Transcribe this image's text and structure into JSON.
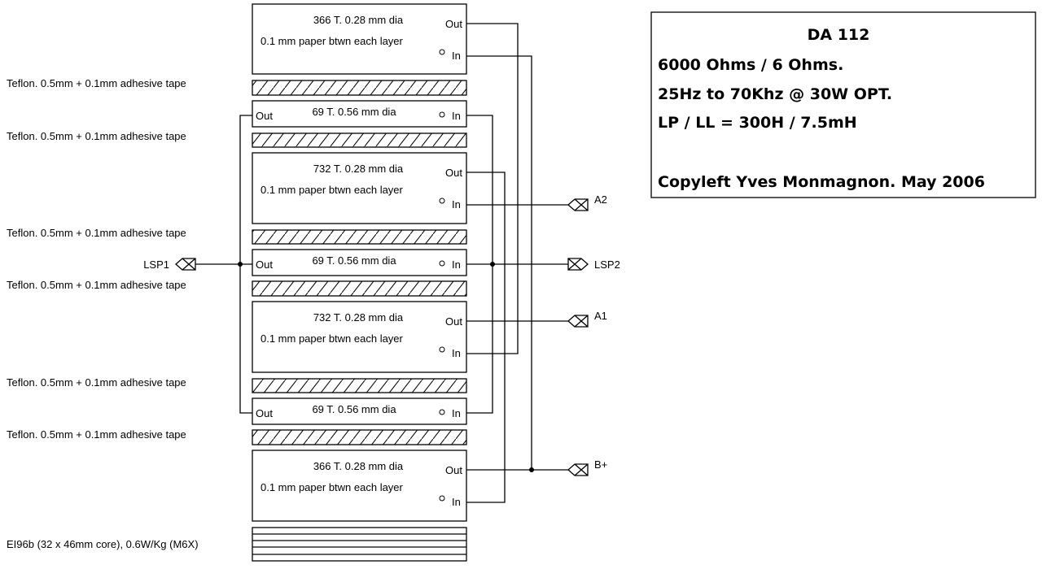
{
  "title_block": {
    "title": "DA 112",
    "lines": [
      "6000 Ohms / 6 Ohms.",
      "25Hz to 70Khz @ 30W OPT.",
      "LP / LL = 300H / 7.5mH",
      "",
      "Copyleft Yves Monmagnon. May 2006"
    ]
  },
  "windings": [
    {
      "id": "P1",
      "line1": "366 T. 0.28 mm dia",
      "line2": "0.1 mm paper btwn each layer",
      "out": "Out",
      "in": "In",
      "kind": "primary"
    },
    {
      "id": "S1",
      "line1": "69 T. 0.56 mm dia",
      "out": "Out",
      "in": "In",
      "kind": "secondary"
    },
    {
      "id": "P2",
      "line1": "732 T. 0.28 mm dia",
      "line2": "0.1 mm paper btwn each layer",
      "out": "Out",
      "in": "In",
      "kind": "primary"
    },
    {
      "id": "S2",
      "line1": "69 T. 0.56 mm dia",
      "out": "Out",
      "in": "In",
      "kind": "secondary"
    },
    {
      "id": "P3",
      "line1": "732 T. 0.28 mm dia",
      "line2": "0.1 mm paper btwn each layer",
      "out": "Out",
      "in": "In",
      "kind": "primary"
    },
    {
      "id": "S3",
      "line1": "69 T. 0.56 mm dia",
      "out": "Out",
      "in": "In",
      "kind": "secondary"
    },
    {
      "id": "P4",
      "line1": "366 T. 0.28 mm dia",
      "line2": "0.1 mm paper btwn each layer",
      "out": "Out",
      "in": "In",
      "kind": "primary"
    }
  ],
  "insulation_label": "Teflon. 0.5mm + 0.1mm adhesive tape",
  "core_label": "EI96b (32 x  46mm core), 0.6W/Kg (M6X)",
  "connectors": {
    "lsp1": "LSP1",
    "lsp2": "LSP2",
    "a1": "A1",
    "a2": "A2",
    "bplus": "B+"
  }
}
